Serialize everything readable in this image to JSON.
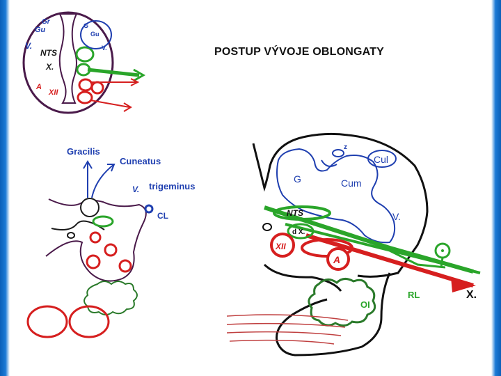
{
  "title": "POSTUP VÝVOJE OBLONGATY",
  "top_left": {
    "gr": "Gr",
    "gu": "Gu",
    "v": "V.",
    "nts": "NTS",
    "x": "X.",
    "a": "A",
    "xii": "XII",
    "g_right": "G",
    "gu_right": "Gu",
    "v_right": "V."
  },
  "middle_left": {
    "gracilis": "Gracilis",
    "cuneatus": "Cuneatus",
    "v": "V.",
    "trigeminus": "trigeminus",
    "cl": "CL"
  },
  "right": {
    "z": "z",
    "cul": "Cul",
    "g": "G",
    "cum": "Cum",
    "v": "V.",
    "nts": "NTS",
    "dx": "d X.",
    "xii": "XII",
    "a": "A",
    "x": "X.",
    "rl": "RL",
    "oi": "OI"
  },
  "colors": {
    "blue": "#1f3fb0",
    "green": "#2aa52a",
    "red": "#d61f1f",
    "purple": "#4a1a4a",
    "frame": "#1a6fc9"
  }
}
